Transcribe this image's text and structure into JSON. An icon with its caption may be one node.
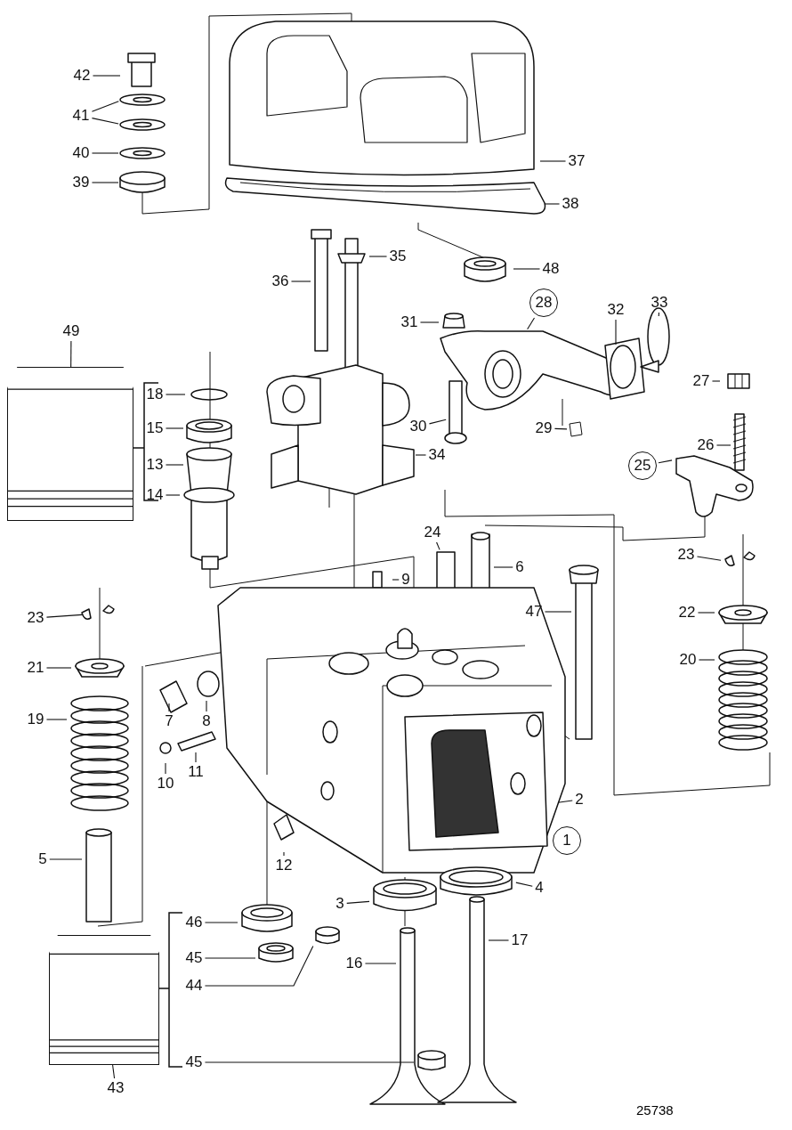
{
  "diagram": {
    "nodes": [
      {
        "text": [
          "42"
        ]
      },
      {
        "text": [
          "41"
        ]
      },
      {
        "text": [
          "40"
        ]
      },
      {
        "text": [
          "39"
        ]
      },
      {
        "text": [
          "37"
        ]
      },
      {
        "text": [
          "38"
        ]
      },
      {
        "text": [
          "35"
        ]
      },
      {
        "text": [
          "48"
        ]
      },
      {
        "text": [
          "36"
        ]
      },
      {
        "text": [
          "28"
        ]
      },
      {
        "text": [
          "32"
        ]
      },
      {
        "text": [
          "33"
        ]
      },
      {
        "text": [
          "31"
        ]
      },
      {
        "text": [
          "49"
        ]
      },
      {
        "text": [],
        "shape": "box"
      },
      {
        "text": [
          "18"
        ]
      },
      {
        "text": [
          "30"
        ]
      },
      {
        "text": [
          "29"
        ]
      },
      {
        "text": [
          "15"
        ]
      },
      {
        "text": [
          "13"
        ]
      },
      {
        "text": [
          "27"
        ]
      },
      {
        "text": [
          "14"
        ]
      },
      {
        "text": [
          "34"
        ]
      },
      {
        "text": [
          "26"
        ]
      },
      {
        "text": [
          "25"
        ]
      },
      {
        "text": [
          "24"
        ]
      },
      {
        "text": [
          "6"
        ]
      },
      {
        "text": [
          "9"
        ]
      },
      {
        "text": [
          "23"
        ]
      },
      {
        "text": [
          "47"
        ]
      },
      {
        "text": [
          "23"
        ]
      },
      {
        "text": [
          "22"
        ]
      },
      {
        "text": [
          "21"
        ]
      },
      {
        "text": [
          "20"
        ]
      },
      {
        "text": [
          "7"
        ]
      },
      {
        "text": [
          "8"
        ]
      },
      {
        "text": [
          "19"
        ]
      },
      {
        "text": [
          "10"
        ]
      },
      {
        "text": [
          "11"
        ]
      },
      {
        "text": [
          "2"
        ]
      },
      {
        "text": [
          "12"
        ]
      },
      {
        "text": [
          "1"
        ]
      },
      {
        "text": [
          "5"
        ]
      },
      {
        "text": [
          "3"
        ]
      },
      {
        "text": [
          "4"
        ]
      },
      {
        "text": [
          "46"
        ]
      },
      {
        "text": [
          "17"
        ]
      },
      {
        "text": [
          "45"
        ]
      },
      {
        "text": [
          "16"
        ]
      },
      {
        "text": [
          "44"
        ]
      },
      {
        "text": [],
        "shape": "box"
      },
      {
        "text": [
          "45"
        ]
      },
      {
        "text": [
          "43"
        ]
      }
    ],
    "edges": [
      {
        "from": 0,
        "to": null,
        "arrow": "none"
      },
      {
        "from": 1,
        "to": null,
        "arrow": "none"
      },
      {
        "from": 1,
        "to": null,
        "arrow": "none"
      },
      {
        "from": 2,
        "to": null,
        "arrow": "none"
      },
      {
        "from": 3,
        "to": null,
        "arrow": "none"
      },
      {
        "from": 4,
        "to": null,
        "arrow": "none"
      },
      {
        "from": 5,
        "to": null,
        "arrow": "none"
      },
      {
        "from": 6,
        "to": null,
        "arrow": "none"
      },
      {
        "from": 7,
        "to": null,
        "arrow": "none"
      },
      {
        "from": 8,
        "to": null,
        "arrow": "none"
      },
      {
        "from": 9,
        "to": null,
        "arrow": "none"
      },
      {
        "from": 10,
        "to": null,
        "arrow": "none"
      },
      {
        "from": 11,
        "to": null,
        "arrow": "none"
      },
      {
        "from": 12,
        "to": null,
        "arrow": "none"
      },
      {
        "from": 13,
        "to": 14,
        "arrow": "none"
      },
      {
        "from": 15,
        "to": null,
        "arrow": "none"
      },
      {
        "from": 16,
        "to": null,
        "arrow": "none"
      },
      {
        "from": 17,
        "to": null,
        "arrow": "none"
      },
      {
        "from": 18,
        "to": null,
        "arrow": "none"
      },
      {
        "from": 19,
        "to": null,
        "arrow": "none"
      },
      {
        "from": 20,
        "to": null,
        "arrow": "none"
      },
      {
        "from": 21,
        "to": null,
        "arrow": "none"
      },
      {
        "from": 22,
        "to": null,
        "arrow": "none"
      },
      {
        "from": 23,
        "to": null,
        "arrow": "none"
      },
      {
        "from": 24,
        "to": null,
        "arrow": "none"
      },
      {
        "from": 25,
        "to": null,
        "arrow": "none"
      },
      {
        "from": 26,
        "to": null,
        "arrow": "none"
      },
      {
        "from": 27,
        "to": null,
        "arrow": "none"
      },
      {
        "from": 28,
        "to": null,
        "arrow": "none"
      },
      {
        "from": 29,
        "to": null,
        "arrow": "none"
      },
      {
        "from": 30,
        "to": null,
        "arrow": "none"
      },
      {
        "from": 31,
        "to": null,
        "arrow": "none"
      },
      {
        "from": 32,
        "to": null,
        "arrow": "none"
      },
      {
        "from": 33,
        "to": null,
        "arrow": "none"
      },
      {
        "from": 34,
        "to": null,
        "arrow": "none"
      },
      {
        "from": 35,
        "to": null,
        "arrow": "none"
      },
      {
        "from": 36,
        "to": null,
        "arrow": "none"
      },
      {
        "from": 37,
        "to": null,
        "arrow": "none"
      },
      {
        "from": 38,
        "to": null,
        "arrow": "none"
      },
      {
        "from": 39,
        "to": null,
        "arrow": "none"
      },
      {
        "from": 40,
        "to": null,
        "arrow": "none"
      },
      {
        "from": 42,
        "to": null,
        "arrow": "none"
      },
      {
        "from": 43,
        "to": null,
        "arrow": "none"
      },
      {
        "from": 44,
        "to": null,
        "arrow": "none"
      },
      {
        "from": 45,
        "to": null,
        "arrow": "none"
      },
      {
        "from": 46,
        "to": null,
        "arrow": "none"
      },
      {
        "from": 47,
        "to": null,
        "arrow": "none"
      },
      {
        "from": 48,
        "to": null,
        "arrow": "none"
      },
      {
        "from": 49,
        "to": null,
        "arrow": "none"
      },
      {
        "from": 51,
        "to": null,
        "arrow": "none"
      },
      {
        "from": 52,
        "to": 50,
        "arrow": "none"
      }
    ],
    "labels": [
      "25738"
    ]
  }
}
